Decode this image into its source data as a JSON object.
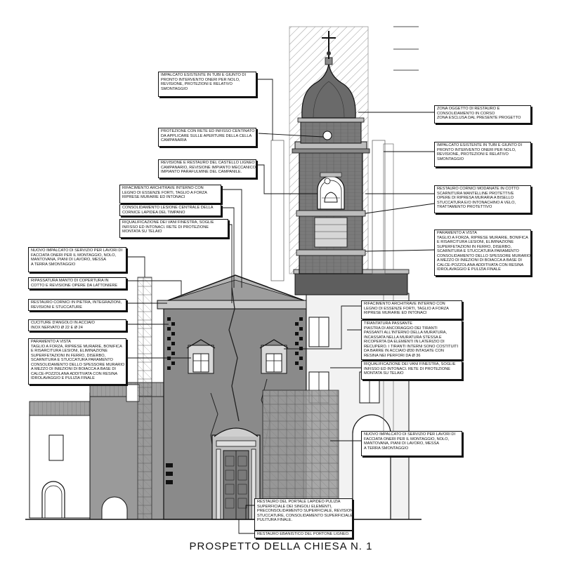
{
  "title": "PROSPETTO DELLA CHIESA N. 1",
  "colors": {
    "ink": "#111111",
    "facade": "#8a8a8a",
    "tower": "#707070",
    "roof": "#a9a9a9"
  },
  "notes": [
    {
      "id": "n1",
      "lines": [
        "IMPALCATO ESISTENTE IN TUBI E GIUNTO DI",
        "PRONTO INTERVENTO ONERI PER NOLO,",
        "REVISIONE, PROTEZIONI E RELATIVO",
        "SMONTAGGIO"
      ]
    },
    {
      "id": "n2",
      "lines": [
        "PROTEZIONE CON RETE ED INFISSO CENTINATO",
        "DA APPLICARE SULLE APERTURE DELLA CELLA",
        "CAMPANARIA"
      ]
    },
    {
      "id": "n3",
      "lines": [
        "REVISIONE E RESTAURO DEL CASTELLO LIGNEO",
        "CAMPANARIO, REVISIONE IMPIANTO MECCANICO,",
        "IMPIANTO PARAFULMINE DEL CAMPANILE."
      ]
    },
    {
      "id": "n4",
      "lines": [
        "RIFACIMENTO ARCHITRAVE INTERNO CON",
        "LEGNO DI ESSENZE FORTI, TAGLIO A FORZA",
        "RIPRESE MURARIE ED INTONACI"
      ]
    },
    {
      "id": "n5",
      "lines": [
        "CONSOLIDAMENTO LESIONE CENTRALE DELLA",
        "CORNICE LAPIDEA DEL TIMPANO"
      ]
    },
    {
      "id": "n6",
      "lines": [
        "RIQUALIFICAZIONE DEI VANI FINESTRA, SOGLIE",
        "INFISSO ED INTONACI. RETE DI PROTEZIONE",
        "MONTATA SU TELAIO"
      ]
    },
    {
      "id": "n7",
      "lines": [
        "NUOVO IMPALCATO DI SERVIZIO PER LAVORI DI",
        "FACCIATA ONERI PER IL MONTAGGIO, NOLO,",
        "MANTOVANA, PIANI DI LAVORO, MESSA",
        "A TERRA SMONTAGGIO"
      ]
    },
    {
      "id": "n8",
      "lines": [
        "RIPASSATURA MANTO DI COPERTURA IN",
        "COTTO E REVISIONE OPERE DA LATTONIERE"
      ]
    },
    {
      "id": "n9",
      "lines": [
        "RESTAURO CORNICI IN PIETRA, INTEGRAZIONI,",
        "REVISIONI E STUCCATURE"
      ]
    },
    {
      "id": "n10",
      "lines": [
        "CUCITURE D'ANGOLO IN ACCIAIO",
        "INOX NERVATO Ø 22 E Ø 24"
      ]
    },
    {
      "id": "n11",
      "lines": [
        "PARAMENTO A VISTA",
        "TAGLIO A FORZA, RIPRESE MURARIE, BONIFICA",
        "E RISARCITURA LESIONI, ELIMINAZIONE",
        "SUPERFETAZIONI IN FERRO, DISERBO,",
        "SCARNITURA E STUCCATURA PARAMENTO",
        "CONSOLIDAMENTO DELLO SPESSORE MURARIO",
        "A MEZZO DI INIEZIONI DI BOIACCA A BASE DI",
        "CALCE-POZZOLANA ADDITIVATA CON RESINA",
        "IDROLAVAGGIO E PULIZIA FINALE"
      ]
    },
    {
      "id": "n12",
      "lines": [
        "ZONA OGGETTO DI RESTAURO E",
        "CONSOLIDAMENTO IN CORSO",
        "ZONA ESCLUSA DAL PRESENTE PROGETTO"
      ]
    },
    {
      "id": "n13",
      "lines": [
        "IMPALCATO ESISTENTE IN TUBI E GIUNTO DI",
        "PRONTO INTERVENTO ONERI PER NOLO,",
        "REVISIONE, PROTEZIONI E RELATIVO",
        "SMONTAGGIO"
      ]
    },
    {
      "id": "n14",
      "lines": [
        "RESTAURO CORNICI MODANATE IN COTTO",
        "SCARNITURA MANTELLINE PROTETTIVE",
        "OPERE DI RIPRESA MURARIA A BISELLO",
        "STUCCATURA E/O INTONACHINO A VELO,",
        "TRATTAMENTO PROTETTIVO"
      ]
    },
    {
      "id": "n15",
      "lines": [
        "PARAMENTO A VISTA",
        "TAGLIO A FORZA, RIPRESE MURARIE, BONIFICA",
        "E RISARCITURA LESIONI, ELIMINAZIONE",
        "SUPERFETAZIONI IN FERRO, DISERBO,",
        "SCARNITURA E STUCCATURA PARAMENTO",
        "CONSOLIDAMENTO DELLO SPESSORE MURARIO",
        "A MEZZO DI INIEZIONI DI BOIACCA A BASE DI",
        "CALCE-POZZOLANA ADDITIVATA CON RESINA",
        "IDROLAVAGGIO E PULIZIA FINALE"
      ]
    },
    {
      "id": "n16",
      "lines": [
        "RIFACIMENTO ARCHITRAVE INTERNO CON",
        "LEGNO DI ESSENZE FORTI, TAGLIO A FORZA",
        "RIPRESE MURARIE ED INTONACI"
      ]
    },
    {
      "id": "n17",
      "lines": [
        "TIRANTATURA PASSANTE",
        "PIASTRA DI ANCORAGGIO DEI TIRANTI",
        "PASSANTI ALL'INTERNO DELLA MURATURA,",
        "INCASSATA NELLA MURATURA STESSA E",
        "RICOPERTA DA ELEMENTI IN LATERIZIO DI",
        "RECUPERO. I TIRANTI INTERNI SONO COSTITUITI",
        "DA BARRE IN ACCIAIO Ø30 INTASATE CON",
        "RESINA NEI PERFORI DA Ø 36"
      ]
    },
    {
      "id": "n18",
      "lines": [
        "RIQUALIFICAZIONE DEI VANI FINESTRA, SOGLIE",
        "INFISSO ED INTONACI. RETE DI PROTEZIONE",
        "MONTATA SU TELAIO"
      ]
    },
    {
      "id": "n19",
      "lines": [
        "NUOVO IMPALCATO DI SERVIZIO PER LAVORI DI",
        "FACCIATA ONERI PER IL MONTAGGIO, NOLO,",
        "MANTOVANA, PIANI DI LAVORO, MESSA",
        "A TERRA SMONTAGGIO"
      ]
    },
    {
      "id": "n20",
      "lines": [
        "RESTAURO DEL PORTALE LAPIDEO PULIZIA",
        "SUPERFICIALE DEI SINGOLI ELEMENTI,",
        "PRECONSOLIDAMENTO SUPERFICIALE, REVISIONE",
        "STUCCATURE, CONSOLIDAMENTO SUPERFICIALE",
        "PULITURA FINALE."
      ]
    },
    {
      "id": "n21",
      "lines": [
        "RESTAURO EBANISTICO DEL PORTONE LIGNEO."
      ]
    }
  ]
}
